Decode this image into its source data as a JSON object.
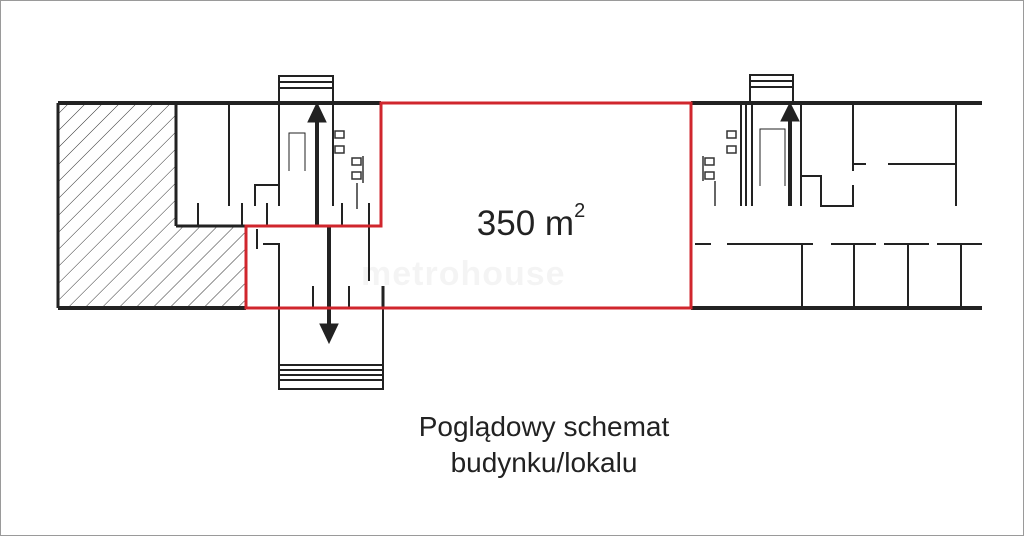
{
  "plan": {
    "area_value": "350 m",
    "area_unit_sup": "2",
    "caption_line1": "Poglądowy schemat",
    "caption_line2": "budynku/lokalu",
    "watermark": "metrohouse",
    "highlight_color": "#d0262d",
    "wall_color": "#222222"
  }
}
